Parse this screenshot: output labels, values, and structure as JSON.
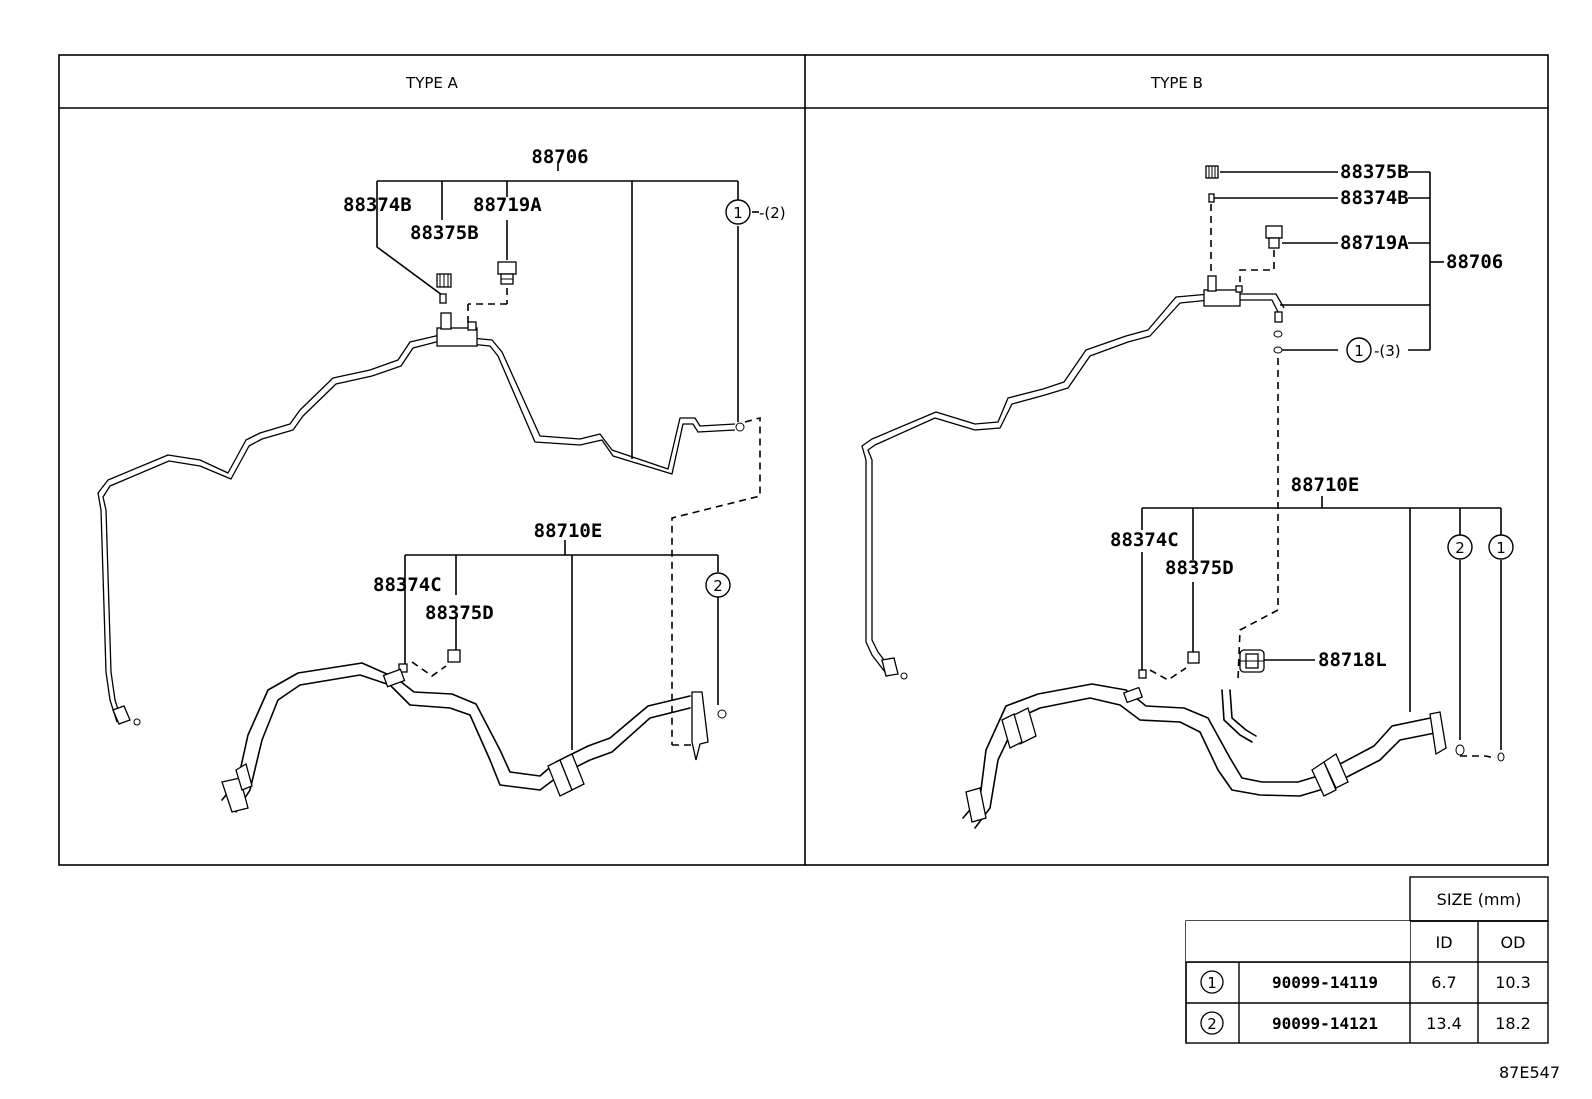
{
  "panels": [
    {
      "title": "TYPE A"
    },
    {
      "title": "TYPE B"
    }
  ],
  "type_a": {
    "discharge_tube": "88706",
    "labels": {
      "cap_b": "88374B",
      "valve_b": "88375B",
      "switch": "88719A",
      "circle_ref": "1",
      "circle_qty": "-(2)"
    },
    "suction_hose": "88710E",
    "hose_labels": {
      "cap_c": "88374C",
      "valve_d": "88375D",
      "circle_ref": "2"
    }
  },
  "type_b": {
    "discharge_tube": "88706",
    "labels": {
      "valve_b": "88375B",
      "cap_b": "88374B",
      "switch": "88719A",
      "circle_ref": "1",
      "circle_qty": "-(3)"
    },
    "suction_hose": "88710E",
    "hose_labels": {
      "cap_c": "88374C",
      "valve_d": "88375D",
      "sensor": "88718L",
      "circle_ref_2": "2",
      "circle_ref_1": "1"
    }
  },
  "oring_table": {
    "header": "SIZE (mm)",
    "col_id": "ID",
    "col_od": "OD",
    "rows": [
      {
        "ref": "1",
        "part_no": "90099-14119",
        "id": "6.7",
        "od": "10.3"
      },
      {
        "ref": "2",
        "part_no": "90099-14121",
        "id": "13.4",
        "od": "18.2"
      }
    ]
  },
  "figure_id": "87E547"
}
